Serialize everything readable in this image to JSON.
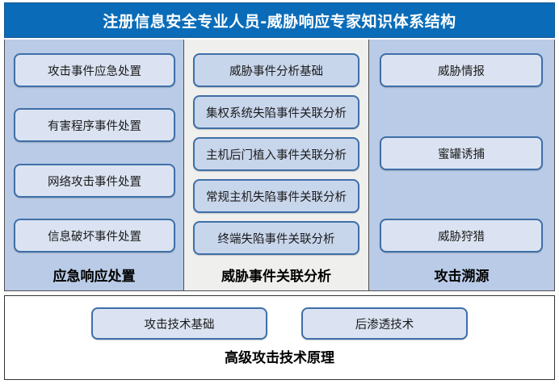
{
  "header": {
    "title": "注册信息安全专业人员-威胁响应专家知识体系结构",
    "background_color": "#0a6cb8",
    "text_color": "#ffffff"
  },
  "colors": {
    "panel_blue": "#b9cbe6",
    "panel_gray": "#efefed",
    "node_border": "#3f6fa8",
    "node_fill_light": "#dbe3f2",
    "node_fill_blue": "#c8d6ec",
    "frame_border": "#4f4f4f",
    "bottom_background": "#ffffff"
  },
  "columns": [
    {
      "id": "emergency-response",
      "footer_label": "应急响应处置",
      "background": "#b9cbe6",
      "items": [
        {
          "label": "攻击事件应急处置"
        },
        {
          "label": "有害程序事件处置"
        },
        {
          "label": "网络攻击事件处置"
        },
        {
          "label": "信息破坏事件处置"
        }
      ]
    },
    {
      "id": "threat-event-correlation-analysis",
      "footer_label": "威胁事件关联分析",
      "background": "#efefed",
      "items": [
        {
          "label": "威胁事件分析基础"
        },
        {
          "label": "集权系统失陷事件关联分析"
        },
        {
          "label": "主机后门植入事件关联分析"
        },
        {
          "label": "常规主机失陷事件关联分析"
        },
        {
          "label": "终端失陷事件关联分析"
        }
      ]
    },
    {
      "id": "attack-attribution",
      "footer_label": "攻击溯源",
      "background": "#b9cbe6",
      "items": [
        {
          "label": "威胁情报"
        },
        {
          "label": "蜜罐诱捕"
        },
        {
          "label": "威胁狩猎"
        }
      ]
    }
  ],
  "bottom": {
    "footer_label": "高级攻击技术原理",
    "items": [
      {
        "label": "攻击技术基础"
      },
      {
        "label": "后渗透技术"
      }
    ]
  }
}
